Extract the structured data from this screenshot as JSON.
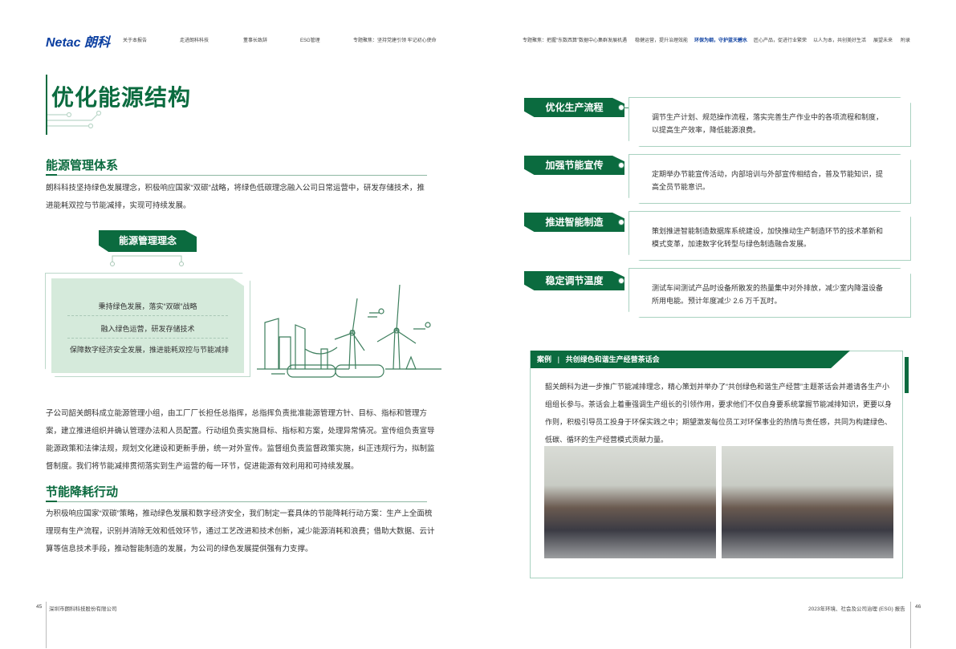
{
  "header": {
    "logo": "Netac 朗科",
    "nav_left": [
      "关于本报告",
      "走进朗科科技",
      "董事长致辞",
      "ESG管理",
      "专题聚焦：坚持党建引领 牢记初心使命"
    ],
    "nav_right": [
      "专题聚焦：把握“东数西算”数据中心集群发展机遇",
      "稳健运营，提升治理效能",
      "环保为纲，守护蓝天碧水",
      "匠心产品，促进行业繁荣",
      "以人为本，共创美好生活",
      "展望未来",
      "附录"
    ],
    "active": "环保为纲，守护蓝天碧水"
  },
  "left": {
    "title": "优化能源结构",
    "section1": {
      "heading": "能源管理体系",
      "intro": "朗科科技坚持绿色发展理念，积极响应国家“双碳”战略，将绿色低碳理念融入公司日常运营中，研发存储技术，推进能耗双控与节能减排，实现可持续发展。",
      "concept_tag": "能源管理理念",
      "concepts": [
        "秉持绿色发展，落实“双碳”战略",
        "融入绿色运营，研发存储技术",
        "保障数字经济安全发展，推进能耗双控与节能减排"
      ],
      "body": "子公司韶关朗科成立能源管理小组，由工厂厂长担任总指挥，总指挥负责批准能源管理方针、目标、指标和管理方案，建立推进组织并确认管理办法和人员配置。行动组负责实施目标、指标和方案，处理异常情况。宣传组负责宣导能源政策和法律法规，规划文化建设和更新手册，统一对外宣传。监督组负责监督政策实施，纠正违规行为，拟制监督制度。我们将节能减排贯彻落实到生产运营的每一环节，促进能源有效利用和可持续发展。"
    },
    "section2": {
      "heading": "节能降耗行动",
      "body": "为积极响应国家“双碳”策略，推动绿色发展和数字经济安全，我们制定一套具体的节能降耗行动方案：生产上全面梳理现有生产流程，识别并消除无效和低效环节，通过工艺改进和技术创新，减少能源消耗和浪费；借助大数据、云计算等信息技术手段，推动智能制造的发展，为公司的绿色发展提供强有力支撑。"
    }
  },
  "right": {
    "actions": [
      {
        "label": "优化生产流程",
        "text": "调节生产计划、规范操作流程，落实完善生产作业中的各项流程和制度，以提高生产效率，降低能源浪费。"
      },
      {
        "label": "加强节能宣传",
        "text": "定期举办节能宣传活动，内部培训与外部宣传相结合，普及节能知识，提高全员节能意识。"
      },
      {
        "label": "推进智能制造",
        "text": "策划推进智能制造数据库系统建设，加快推动生产制造环节的技术革新和模式变革，加速数字化转型与绿色制造融合发展。"
      },
      {
        "label": "稳定调节温度",
        "text": "测试车间测试产品时设备所散发的热量集中对外排放，减少室内降温设备所用电能。预计年度减少 2.6 万千瓦时。"
      }
    ],
    "case": {
      "tag": "案例",
      "title": "共创绿色和谐生产经营茶话会",
      "text": "韶关朗科为进一步推广节能减排理念，精心策划并举办了“共创绿色和谐生产经营”主题茶话会并邀请各生产小组组长参与。茶话会上着重强调生产组长的引领作用，要求他们不仅自身要系统掌握节能减排知识，更要以身作则，积极引导员工投身于环保实践之中；期望激发每位员工对环保事业的热情与责任感，共同为构建绿色、低碳、循环的生产经营模式贡献力量。"
    }
  },
  "footer": {
    "left_page": "45",
    "company": "深圳市朗科科技股份有限公司",
    "report": "2023年环境、社会及公司治理 (ESG) 报告",
    "right_page": "46"
  },
  "colors": {
    "brand_green": "#0b6b3f",
    "nav_active": "#0a3ea0"
  }
}
